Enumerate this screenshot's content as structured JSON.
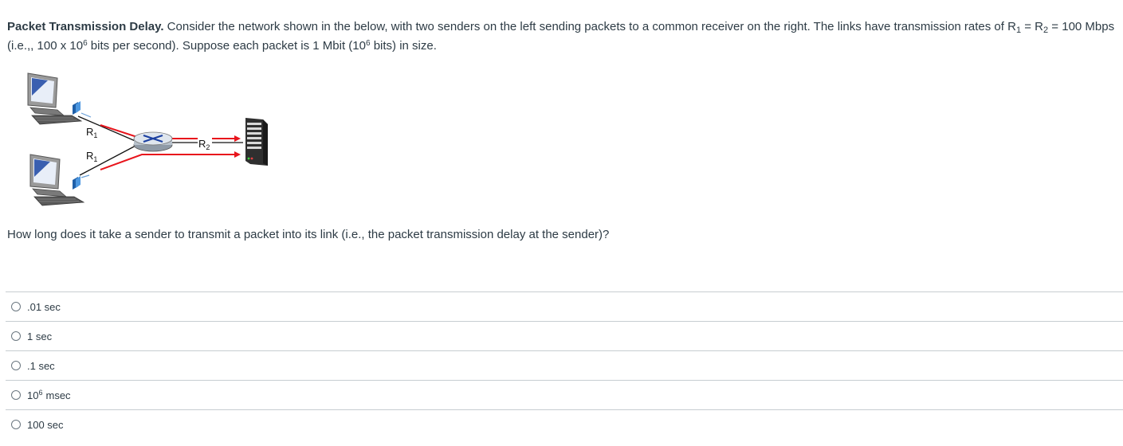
{
  "intro": {
    "title": "Packet Transmission Delay.",
    "part1": "Consider the network shown in the below, with two senders on the left sending packets to a common receiver on the right.  The links have transmission rates of R",
    "sub1": "1",
    "eq1": " = R",
    "sub2": "2",
    "part2": " = 100 Mbps (i.e.,, 100 x 10",
    "sup1": "6",
    "part3": " bits per second).  Suppose each packet is 1 Mbit (10",
    "sup2": "6",
    "part4": " bits) in size."
  },
  "figure": {
    "r1_top": "R",
    "r1_top_sub": "1",
    "r1_bottom": "R",
    "r1_bottom_sub": "1",
    "r2": "R",
    "r2_sub": "2",
    "colors": {
      "link_red": "#e8141c",
      "router_blue": "#1b3fa0",
      "server_dark": "#3a3a3a"
    }
  },
  "question": "How long does it take a sender to transmit a packet into its link (i.e., the packet transmission delay at the sender)?",
  "answers": [
    {
      "label": ".01 sec"
    },
    {
      "label": "1 sec"
    },
    {
      "label": ".1 sec"
    },
    {
      "base": "10",
      "sup": "6",
      "suffix": "msec"
    },
    {
      "label": "100 sec"
    }
  ]
}
